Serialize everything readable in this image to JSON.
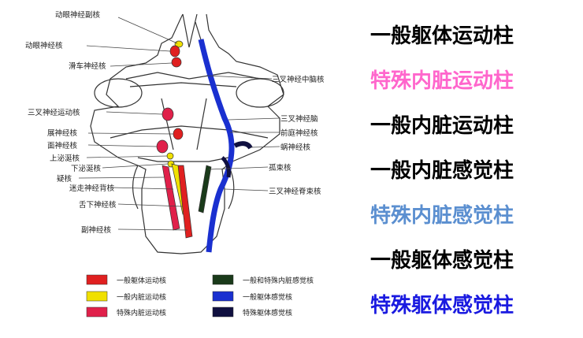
{
  "diagram": {
    "left_labels": [
      {
        "id": "dongyan-fuhe",
        "text": "动眼神经副核"
      },
      {
        "id": "dongyan-he",
        "text": "动眼神经核"
      },
      {
        "id": "huache-he",
        "text": "滑车神经核"
      },
      {
        "id": "sancha-yundong",
        "text": "三叉神经运动核"
      },
      {
        "id": "zhanshen-he",
        "text": "展神经核"
      },
      {
        "id": "mianshen-he",
        "text": "面神经核"
      },
      {
        "id": "shangmiyan-he",
        "text": "上泌涎核"
      },
      {
        "id": "xiamiyan-he",
        "text": "下泌涎核"
      },
      {
        "id": "yihe",
        "text": "疑核"
      },
      {
        "id": "mizou-bei",
        "text": "迷走神经背核"
      },
      {
        "id": "shexia-he",
        "text": "舌下神经核"
      },
      {
        "id": "fushen-he",
        "text": "副神经核"
      }
    ],
    "right_labels": [
      {
        "id": "sancha-zhongnao",
        "text": "三叉神经中脑核"
      },
      {
        "id": "sancha-nao",
        "text": "三叉神经脑"
      },
      {
        "id": "qianting-he",
        "text": "前庭神经核"
      },
      {
        "id": "wo-he",
        "text": "蜗神经核"
      },
      {
        "id": "gushu-he",
        "text": "孤束核"
      },
      {
        "id": "sancha-jisu",
        "text": "三叉神经脊束核"
      }
    ],
    "legend": [
      {
        "text": "一般躯体运动核",
        "color": "#e02020"
      },
      {
        "text": "一般和特殊内脏感觉核",
        "color": "#1a3a1a"
      },
      {
        "text": "一般内脏运动核",
        "color": "#f0e000"
      },
      {
        "text": "一般躯体感觉核",
        "color": "#1a30d0"
      },
      {
        "text": "特殊内脏运动核",
        "color": "#e0204a"
      },
      {
        "text": "特殊躯体感觉核",
        "color": "#101040"
      }
    ]
  },
  "columns": [
    {
      "text": "一般躯体运动柱",
      "color": "#000000"
    },
    {
      "text": "特殊内脏运动柱",
      "color": "#ff66cc"
    },
    {
      "text": "一般内脏运动柱",
      "color": "#000000"
    },
    {
      "text": "一般内脏感觉柱",
      "color": "#000000"
    },
    {
      "text": "特殊内脏感觉柱",
      "color": "#5b8fd0"
    },
    {
      "text": "一般躯体感觉柱",
      "color": "#000000"
    },
    {
      "text": "特殊躯体感觉柱",
      "color": "#1a1ae0"
    }
  ]
}
